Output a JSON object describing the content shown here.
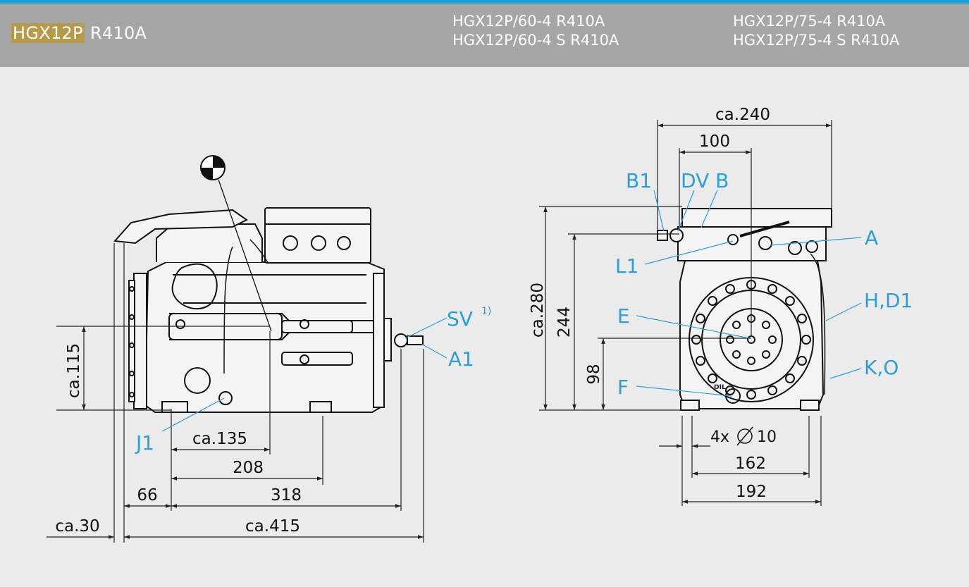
{
  "header": {
    "model_highlight": "HGX12P",
    "refrigerant": "R410A",
    "variants_col1": [
      "HGX12P/60-4 R410A",
      "HGX12P/60-4 S R410A"
    ],
    "variants_col2": [
      "HGX12P/75-4 R410A",
      "HGX12P/75-4 S R410A"
    ]
  },
  "side_view": {
    "dimensions": {
      "height_115": "ca.115",
      "width_135": "ca.135",
      "width_208": "208",
      "width_66": "66",
      "width_318": "318",
      "width_30": "ca.30",
      "width_415": "ca.415"
    },
    "labels": {
      "sv": "SV",
      "sv_note": "1)",
      "a1": "A1",
      "j1": "J1"
    }
  },
  "front_view": {
    "dimensions": {
      "width_240": "ca.240",
      "width_100": "100",
      "height_280": "ca.280",
      "height_244": "244",
      "height_98": "98",
      "holes": "4x",
      "hole_dia": "10",
      "width_162": "162",
      "width_192": "192"
    },
    "labels": {
      "b1": "B1",
      "dv_b": "DV B",
      "a": "A",
      "l1": "L1",
      "h_d1": "H,D1",
      "e": "E",
      "k_o": "K,O",
      "f": "F",
      "oil": "OIL"
    }
  },
  "colors": {
    "accent": "#1ea0dc",
    "header_bg": "#a6a6a6",
    "highlight": "#b59a4a",
    "label_blue": "#2a9fd8",
    "page_bg": "#ebebeb"
  }
}
